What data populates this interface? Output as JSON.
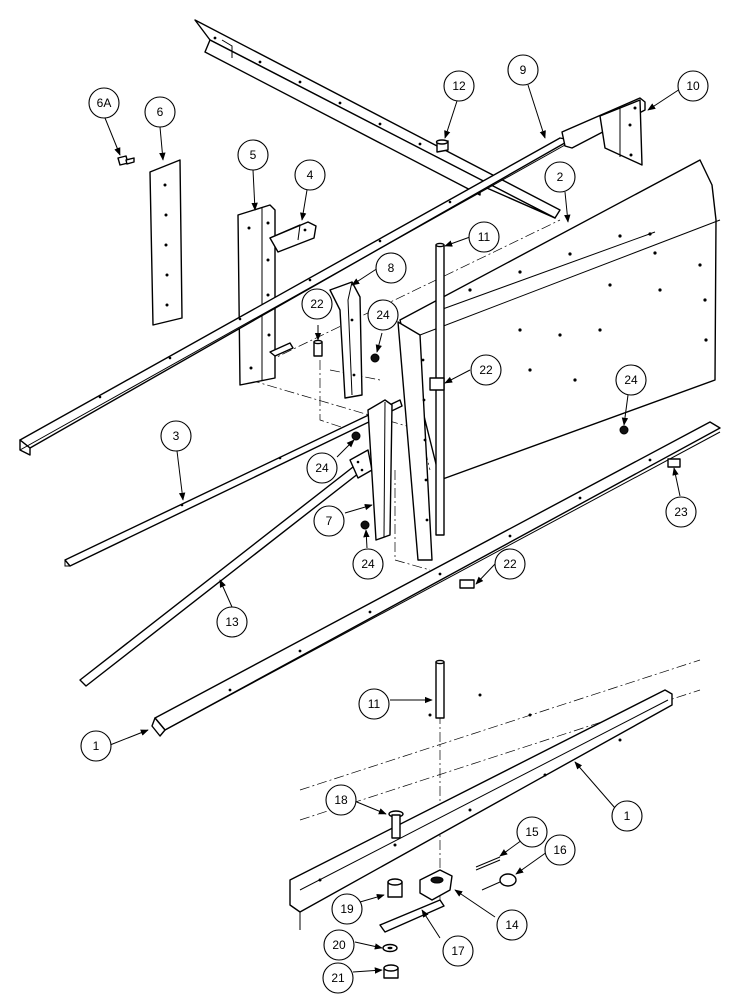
{
  "diagram": {
    "callouts": [
      {
        "id": "c-6a",
        "label": "6A"
      },
      {
        "id": "c-6",
        "label": "6"
      },
      {
        "id": "c-5",
        "label": "5"
      },
      {
        "id": "c-4",
        "label": "4"
      },
      {
        "id": "c-12",
        "label": "12"
      },
      {
        "id": "c-9",
        "label": "9"
      },
      {
        "id": "c-10",
        "label": "10"
      },
      {
        "id": "c-2",
        "label": "2"
      },
      {
        "id": "c-11-top",
        "label": "11"
      },
      {
        "id": "c-8",
        "label": "8"
      },
      {
        "id": "c-22-a",
        "label": "22"
      },
      {
        "id": "c-24-a",
        "label": "24"
      },
      {
        "id": "c-22-b",
        "label": "22"
      },
      {
        "id": "c-24-b",
        "label": "24"
      },
      {
        "id": "c-3",
        "label": "3"
      },
      {
        "id": "c-24-c",
        "label": "24"
      },
      {
        "id": "c-7",
        "label": "7"
      },
      {
        "id": "c-23",
        "label": "23"
      },
      {
        "id": "c-24-d",
        "label": "24"
      },
      {
        "id": "c-22-c",
        "label": "22"
      },
      {
        "id": "c-13",
        "label": "13"
      },
      {
        "id": "c-11-bottom",
        "label": "11"
      },
      {
        "id": "c-1-a",
        "label": "1"
      },
      {
        "id": "c-1-b",
        "label": "1"
      },
      {
        "id": "c-18",
        "label": "18"
      },
      {
        "id": "c-15",
        "label": "15"
      },
      {
        "id": "c-16",
        "label": "16"
      },
      {
        "id": "c-19",
        "label": "19"
      },
      {
        "id": "c-14",
        "label": "14"
      },
      {
        "id": "c-17",
        "label": "17"
      },
      {
        "id": "c-20",
        "label": "20"
      },
      {
        "id": "c-21",
        "label": "21"
      }
    ]
  }
}
